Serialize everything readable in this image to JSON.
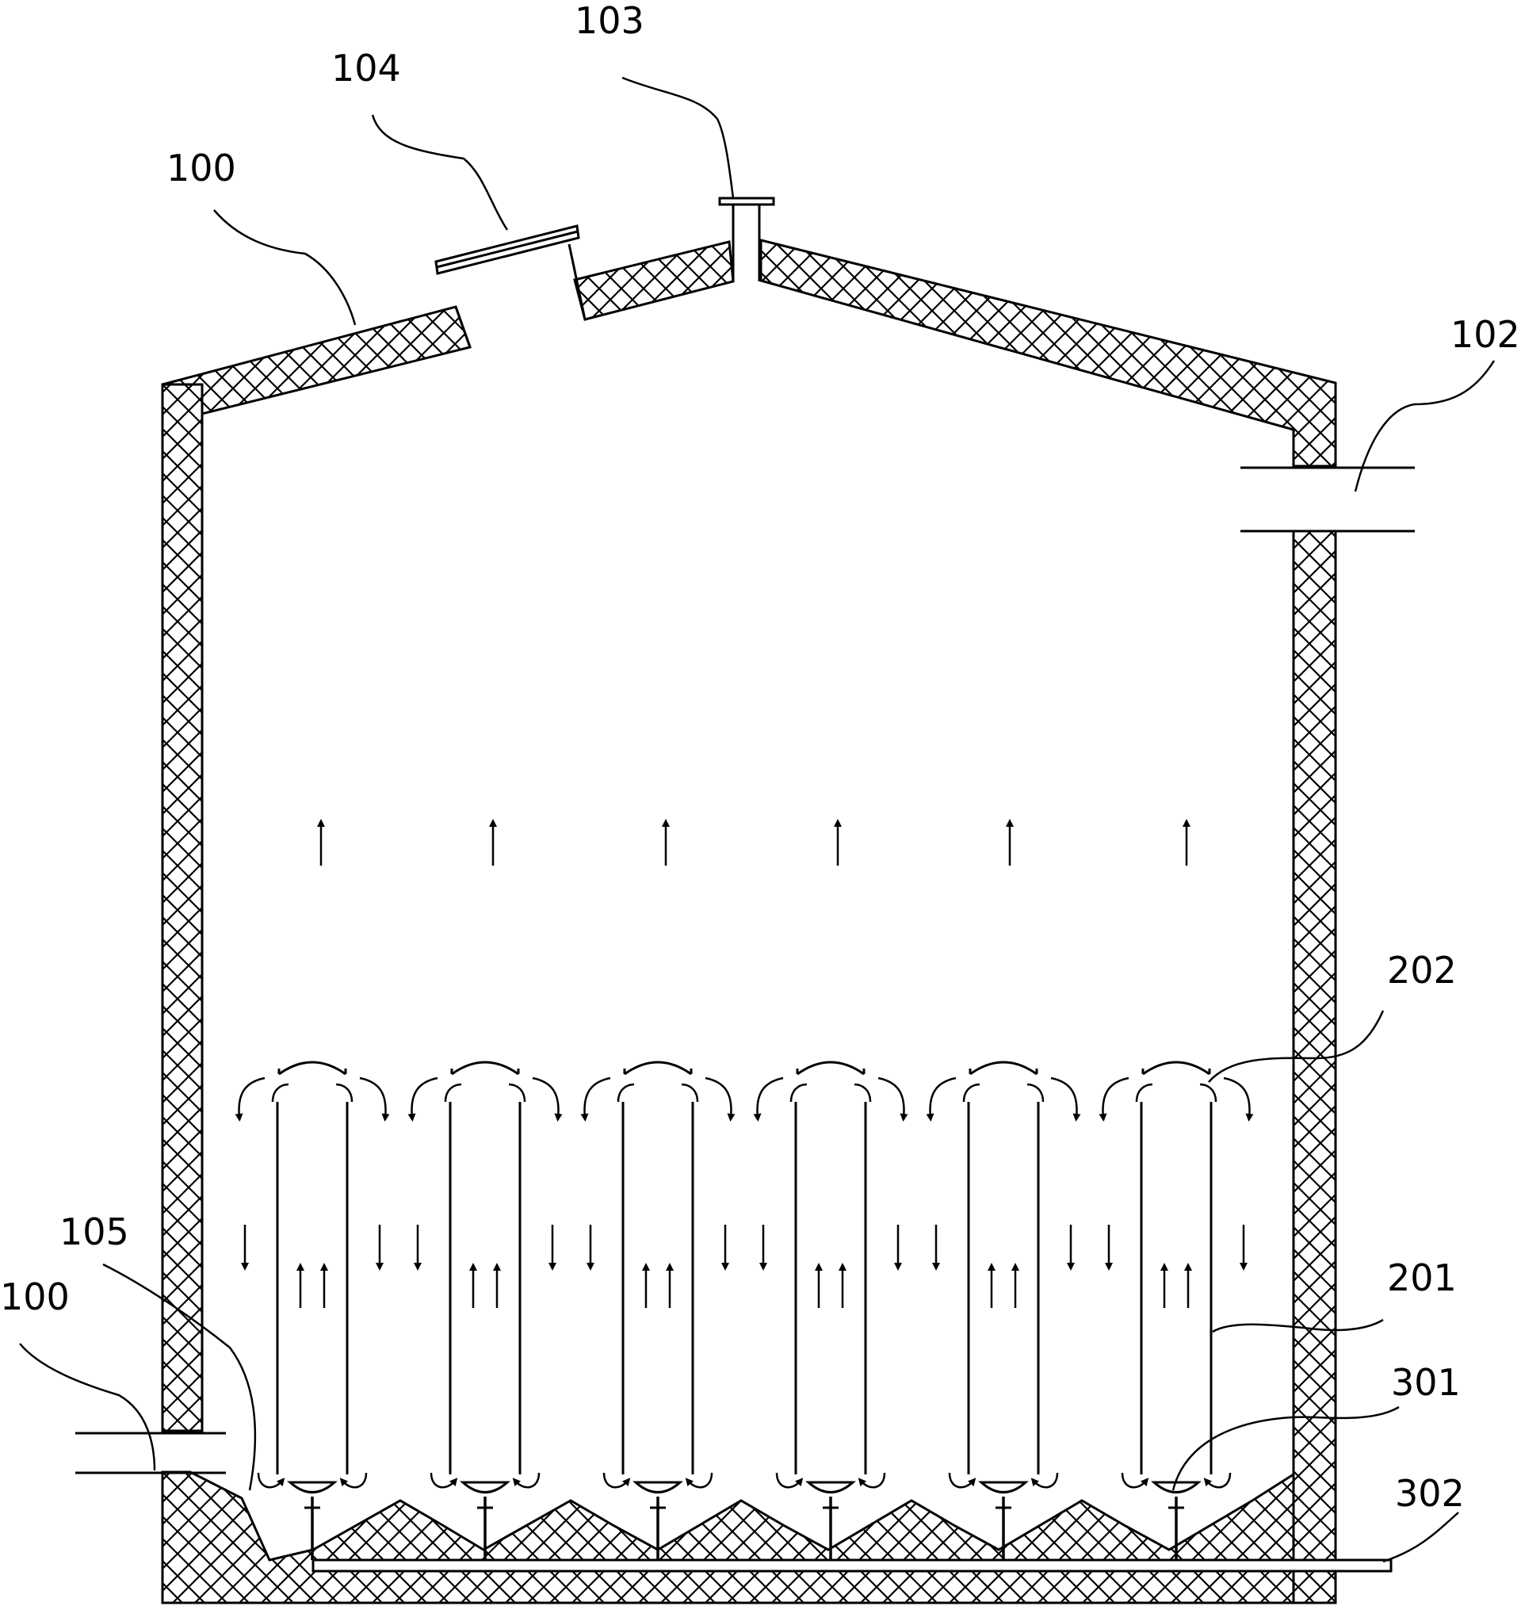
{
  "labels": {
    "l103": "103",
    "l104": "104",
    "l100_top": "100",
    "l102": "102",
    "l202": "202",
    "l105": "105",
    "l100_bottom": "100",
    "l201": "201",
    "l301": "301",
    "l302": "302"
  },
  "tube_count": 6,
  "colors": {
    "line": "#000000",
    "background": "#ffffff"
  }
}
